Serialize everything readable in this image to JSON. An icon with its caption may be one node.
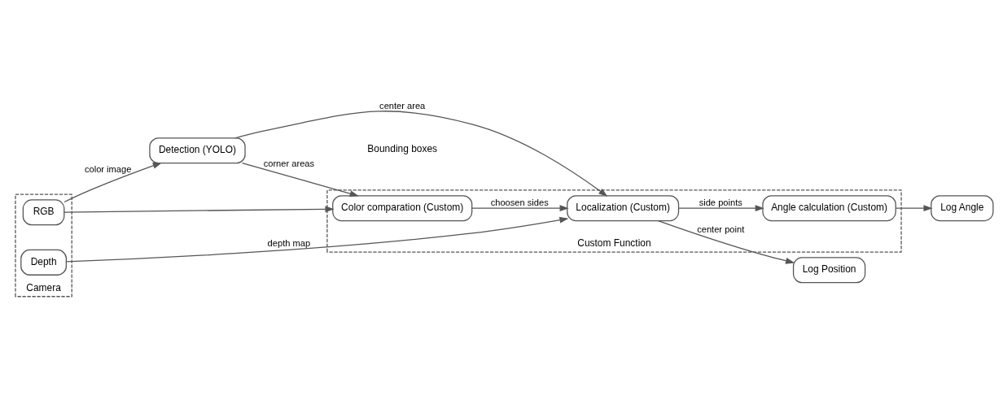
{
  "diagram": {
    "nodes": [
      {
        "text": [
          "Camera"
        ]
      },
      {
        "text": [
          "RGB"
        ],
        "in": 0
      },
      {
        "text": [
          "Depth"
        ],
        "in": 0
      },
      {
        "text": [
          "Detection (YOLO)"
        ]
      },
      {
        "text": [
          "Custom Function"
        ]
      },
      {
        "text": [
          "Color comparation (Custom)"
        ],
        "in": 4
      },
      {
        "text": [
          "Localization (Custom)"
        ],
        "in": 4
      },
      {
        "text": [
          "Angle calculation (Custom)"
        ],
        "in": 4
      },
      {
        "text": [
          "Log Position"
        ]
      },
      {
        "text": [
          "Log Angle"
        ]
      }
    ],
    "edges": [
      {
        "from": 1,
        "to": 3,
        "arrow": "to",
        "label": "color image"
      },
      {
        "from": 1,
        "to": 5,
        "arrow": "to"
      },
      {
        "from": 3,
        "to": 5,
        "arrow": "to",
        "label": "corner areas"
      },
      {
        "from": 3,
        "to": 6,
        "arrow": "to",
        "label": "center area"
      },
      {
        "from": 2,
        "to": 6,
        "arrow": "to",
        "label": "depth map"
      },
      {
        "from": 5,
        "to": 6,
        "arrow": "to",
        "label": "choosen sides"
      },
      {
        "from": 6,
        "to": 8,
        "arrow": "to",
        "label": "center point"
      },
      {
        "from": 6,
        "to": 7,
        "arrow": "to",
        "label": "side points"
      },
      {
        "from": 7,
        "to": 9,
        "arrow": "to"
      }
    ],
    "labels": [
      "Bounding boxes"
    ]
  }
}
